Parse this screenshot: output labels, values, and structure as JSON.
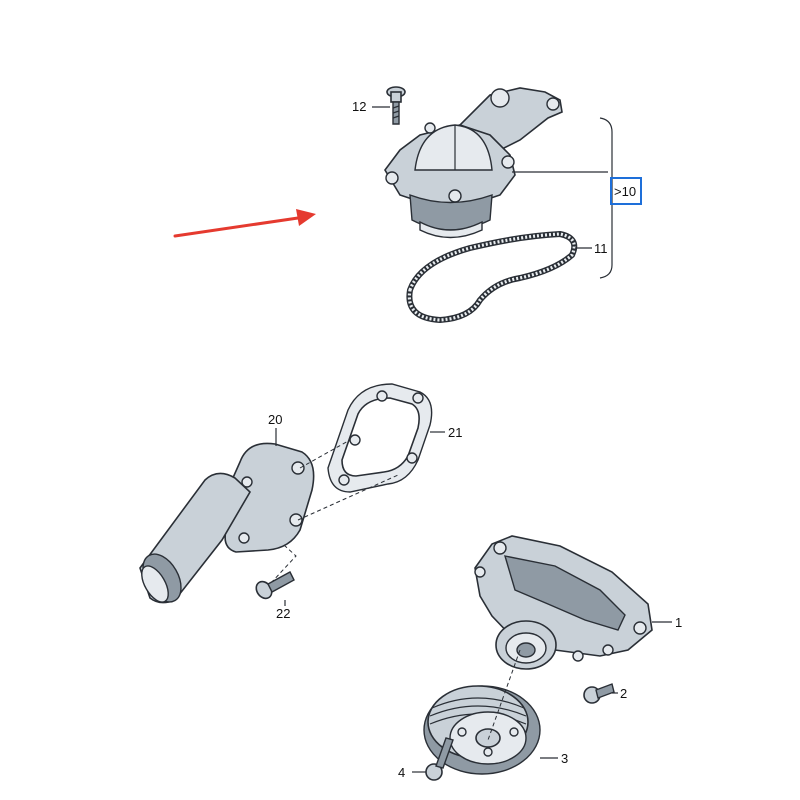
{
  "callouts": {
    "c1": "1",
    "c2": "2",
    "c3": "3",
    "c4": "4",
    "c10": ">10",
    "c11": "11",
    "c12": "12",
    "c20": "20",
    "c21": "21",
    "c22": "22"
  },
  "colors": {
    "highlight": "#1e6fd9",
    "arrow": "#e53a2f",
    "line": "#2a2f36",
    "part": "#c9d1d8"
  }
}
